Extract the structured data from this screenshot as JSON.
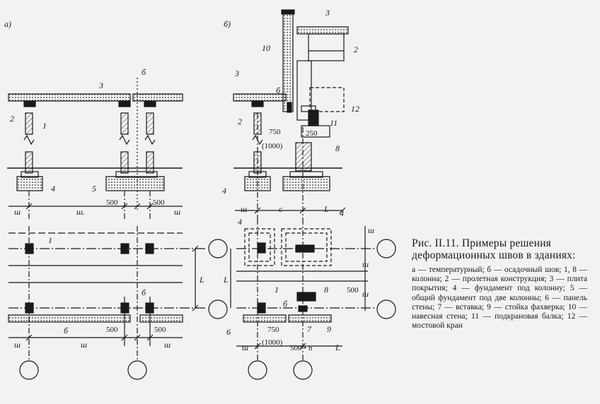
{
  "panel_labels": {
    "a": "а)",
    "b": "б)"
  },
  "marks": {
    "n1": "1",
    "n2": "2",
    "n3": "3",
    "n4": "4",
    "n5": "5",
    "n6": "6",
    "n7": "7",
    "n8": "8",
    "n9": "9",
    "n10": "10",
    "n11": "11",
    "n12": "12",
    "delta": "б",
    "b6": "б"
  },
  "dims": {
    "sh": "ш",
    "sh_dot": "ш.",
    "c": "c",
    "L": "L",
    "d500": "500",
    "d750": "750",
    "d1000": "(1000)",
    "d250": "250",
    "d500n": "500 • n"
  },
  "caption": {
    "title": "Рис. II.11. Примеры решения деформационных швов в зданиях:",
    "legend": "а — температурный; б — осадочный шов; 1, 8 — колонна; 2 — пролетная конструкция; 3 — плита покрытия; 4 — фундамент под колонну; 5 — общий фундамент под две колонны; 6 — панель стены; 7 — вставка; 9 — стойка фахверка; 10 — навесная стена; 11 — подкрановая балка; 12 — мостовой кран"
  }
}
